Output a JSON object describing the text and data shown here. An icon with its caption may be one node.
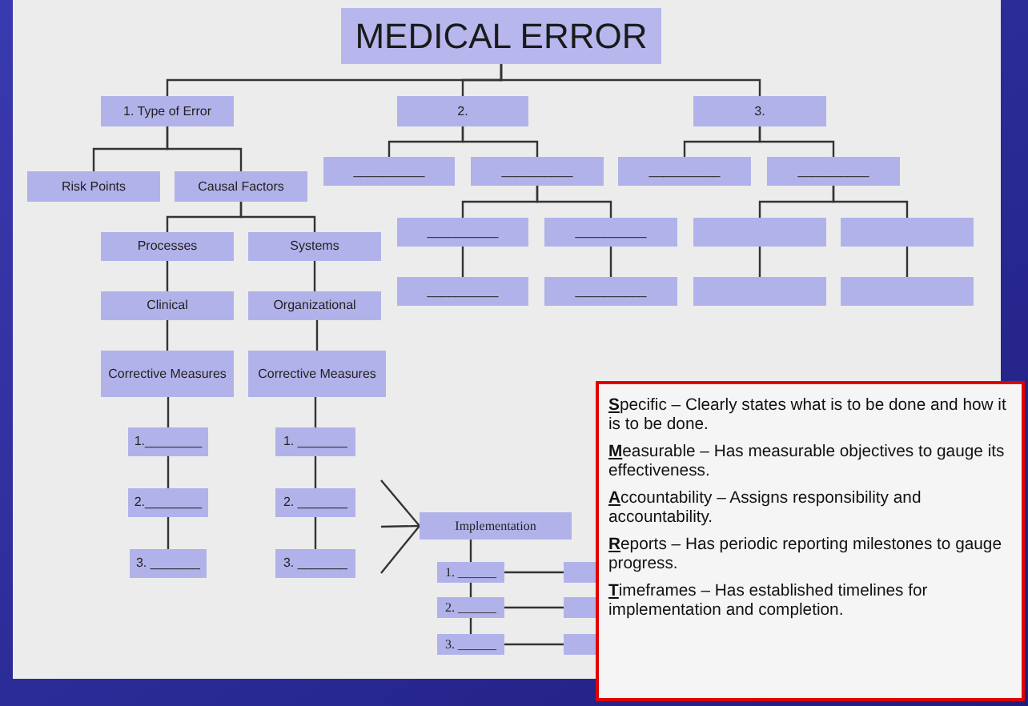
{
  "diagram": {
    "nodes": [
      {
        "text": [
          "MEDICAL ERROR"
        ]
      },
      {
        "text": [
          "1. Type of Error"
        ]
      },
      {
        "text": [
          "2."
        ]
      },
      {
        "text": [
          "3."
        ]
      },
      {
        "text": [
          "Risk Points"
        ]
      },
      {
        "text": [
          "Causal Factors"
        ]
      },
      {
        "text": [
          "__________"
        ]
      },
      {
        "text": [
          "__________"
        ]
      },
      {
        "text": [
          "__________"
        ]
      },
      {
        "text": [
          "__________"
        ]
      },
      {
        "text": [
          "__________"
        ]
      },
      {
        "text": [
          "__________"
        ]
      },
      {
        "text": [],
        "shape": "box"
      },
      {
        "text": [],
        "shape": "box"
      },
      {
        "text": [
          "__________"
        ]
      },
      {
        "text": [
          "__________"
        ]
      },
      {
        "text": [],
        "shape": "box"
      },
      {
        "text": [],
        "shape": "box"
      },
      {
        "text": [
          "Processes"
        ]
      },
      {
        "text": [
          "Systems"
        ]
      },
      {
        "text": [
          "Clinical"
        ]
      },
      {
        "text": [
          "Organizational"
        ]
      },
      {
        "text": [
          "Corrective Measures"
        ]
      },
      {
        "text": [
          "Corrective Measures"
        ]
      },
      {
        "text": [
          "1.________"
        ]
      },
      {
        "text": [
          "2.________"
        ]
      },
      {
        "text": [
          "3. _______"
        ]
      },
      {
        "text": [
          "1. _______"
        ]
      },
      {
        "text": [
          "2. _______"
        ]
      },
      {
        "text": [
          "3. _______"
        ]
      },
      {
        "text": [
          "Implementation"
        ]
      },
      {
        "text": [
          "1. ______"
        ]
      },
      {
        "text": [
          "2. ______"
        ]
      },
      {
        "text": [
          "3. ______"
        ]
      },
      {
        "text": [],
        "shape": "box"
      },
      {
        "text": [],
        "shape": "box"
      },
      {
        "text": [],
        "shape": "box"
      },
      {
        "text": [
          "**S**pecific – Clearly states what is to be done and how it is to be done.",
          "**M**easurable – Has measurable objectives to gauge its effectiveness.",
          "**A**ccountability – Assigns responsibility and accountability.",
          "**R**eports – Has periodic reporting milestones to gauge progress.",
          "**T**imeframes – Has established timelines for implementation and completion."
        ]
      }
    ],
    "edges": [
      {
        "from": 0,
        "to": 1,
        "arrow": "none"
      },
      {
        "from": 0,
        "to": 2,
        "arrow": "none"
      },
      {
        "from": 0,
        "to": 3,
        "arrow": "none"
      },
      {
        "from": 1,
        "to": 4,
        "arrow": "none"
      },
      {
        "from": 1,
        "to": 5,
        "arrow": "none"
      },
      {
        "from": 2,
        "to": 6,
        "arrow": "none"
      },
      {
        "from": 2,
        "to": 7,
        "arrow": "none"
      },
      {
        "from": 3,
        "to": 8,
        "arrow": "none"
      },
      {
        "from": 3,
        "to": 9,
        "arrow": "none"
      },
      {
        "from": 7,
        "to": 10,
        "arrow": "none"
      },
      {
        "from": 7,
        "to": 11,
        "arrow": "none"
      },
      {
        "from": 9,
        "to": 12,
        "arrow": "none"
      },
      {
        "from": 9,
        "to": 13,
        "arrow": "none"
      },
      {
        "from": 10,
        "to": 14,
        "arrow": "none"
      },
      {
        "from": 11,
        "to": 15,
        "arrow": "none"
      },
      {
        "from": 12,
        "to": 16,
        "arrow": "none"
      },
      {
        "from": 13,
        "to": 17,
        "arrow": "none"
      },
      {
        "from": 5,
        "to": 18,
        "arrow": "none"
      },
      {
        "from": 5,
        "to": 19,
        "arrow": "none"
      },
      {
        "from": 18,
        "to": 20,
        "arrow": "none"
      },
      {
        "from": 19,
        "to": 21,
        "arrow": "none"
      },
      {
        "from": 20,
        "to": 22,
        "arrow": "none"
      },
      {
        "from": 21,
        "to": 23,
        "arrow": "none"
      },
      {
        "from": 22,
        "to": 24,
        "arrow": "none"
      },
      {
        "from": 24,
        "to": 25,
        "arrow": "none"
      },
      {
        "from": 25,
        "to": 26,
        "arrow": "none"
      },
      {
        "from": 23,
        "to": 27,
        "arrow": "none"
      },
      {
        "from": 27,
        "to": 28,
        "arrow": "none"
      },
      {
        "from": 28,
        "to": 29,
        "arrow": "none"
      },
      {
        "from": null,
        "to": 30,
        "arrow": "none"
      },
      {
        "from": null,
        "to": 30,
        "arrow": "none"
      },
      {
        "from": null,
        "to": 30,
        "arrow": "none"
      },
      {
        "from": 30,
        "to": 31,
        "arrow": "none"
      },
      {
        "from": 31,
        "to": 32,
        "arrow": "none"
      },
      {
        "from": 32,
        "to": 33,
        "arrow": "none"
      },
      {
        "from": 31,
        "to": 34,
        "arrow": "none"
      },
      {
        "from": 32,
        "to": 35,
        "arrow": "none"
      },
      {
        "from": 33,
        "to": 36,
        "arrow": "none"
      }
    ]
  }
}
